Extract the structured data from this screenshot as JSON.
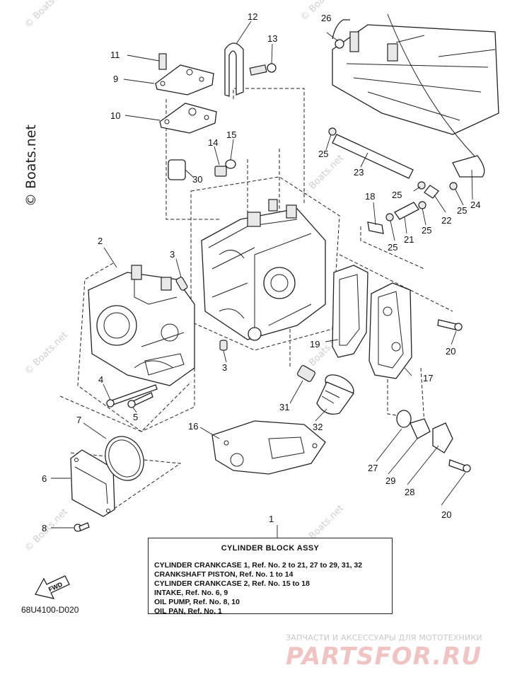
{
  "watermark_vertical": "© Boats.net",
  "watermark_small": "© Boats.net",
  "callouts": {
    "c1": "1",
    "c2": "2",
    "c3a": "3",
    "c3b": "3",
    "c4": "4",
    "c5": "5",
    "c6": "6",
    "c7": "7",
    "c8": "8",
    "c9": "9",
    "c10": "10",
    "c11": "11",
    "c12": "12",
    "c13": "13",
    "c14": "14",
    "c15": "15",
    "c16": "16",
    "c17": "17",
    "c18": "18",
    "c19": "19",
    "c20a": "20",
    "c20b": "20",
    "c21": "21",
    "c22": "22",
    "c23": "23",
    "c24": "24",
    "c25a": "25",
    "c25b": "25",
    "c25c": "25",
    "c25d": "25",
    "c25e": "25",
    "c26": "26",
    "c27": "27",
    "c28": "28",
    "c29": "29",
    "c30": "30",
    "c31": "31",
    "c32": "32"
  },
  "info_box": {
    "title": "CYLINDER  BLOCK  ASSY",
    "lines": [
      "CYLINDER CRANKCASE 1,  Ref. No. 2 to 21, 27 to 29, 31, 32",
      "CRANKSHAFT PISTON,       Ref. No. 1 to 14",
      "CYLINDER CRANKCASE 2,  Ref. No. 15 to 18",
      "INTAKE,        Ref. No. 6, 9",
      "OIL PUMP,  Ref. No. 8, 10",
      "OIL PAN,  Ref. No. 1"
    ]
  },
  "fwd_label": "FWD",
  "drawing_code": "68U4100-D020",
  "brand": {
    "tagline": "ЗАПЧАСТИ И АКСЕССУАРЫ ДЛЯ МОТОТЕХНИКИ",
    "name": "PARTSFOR.RU"
  }
}
